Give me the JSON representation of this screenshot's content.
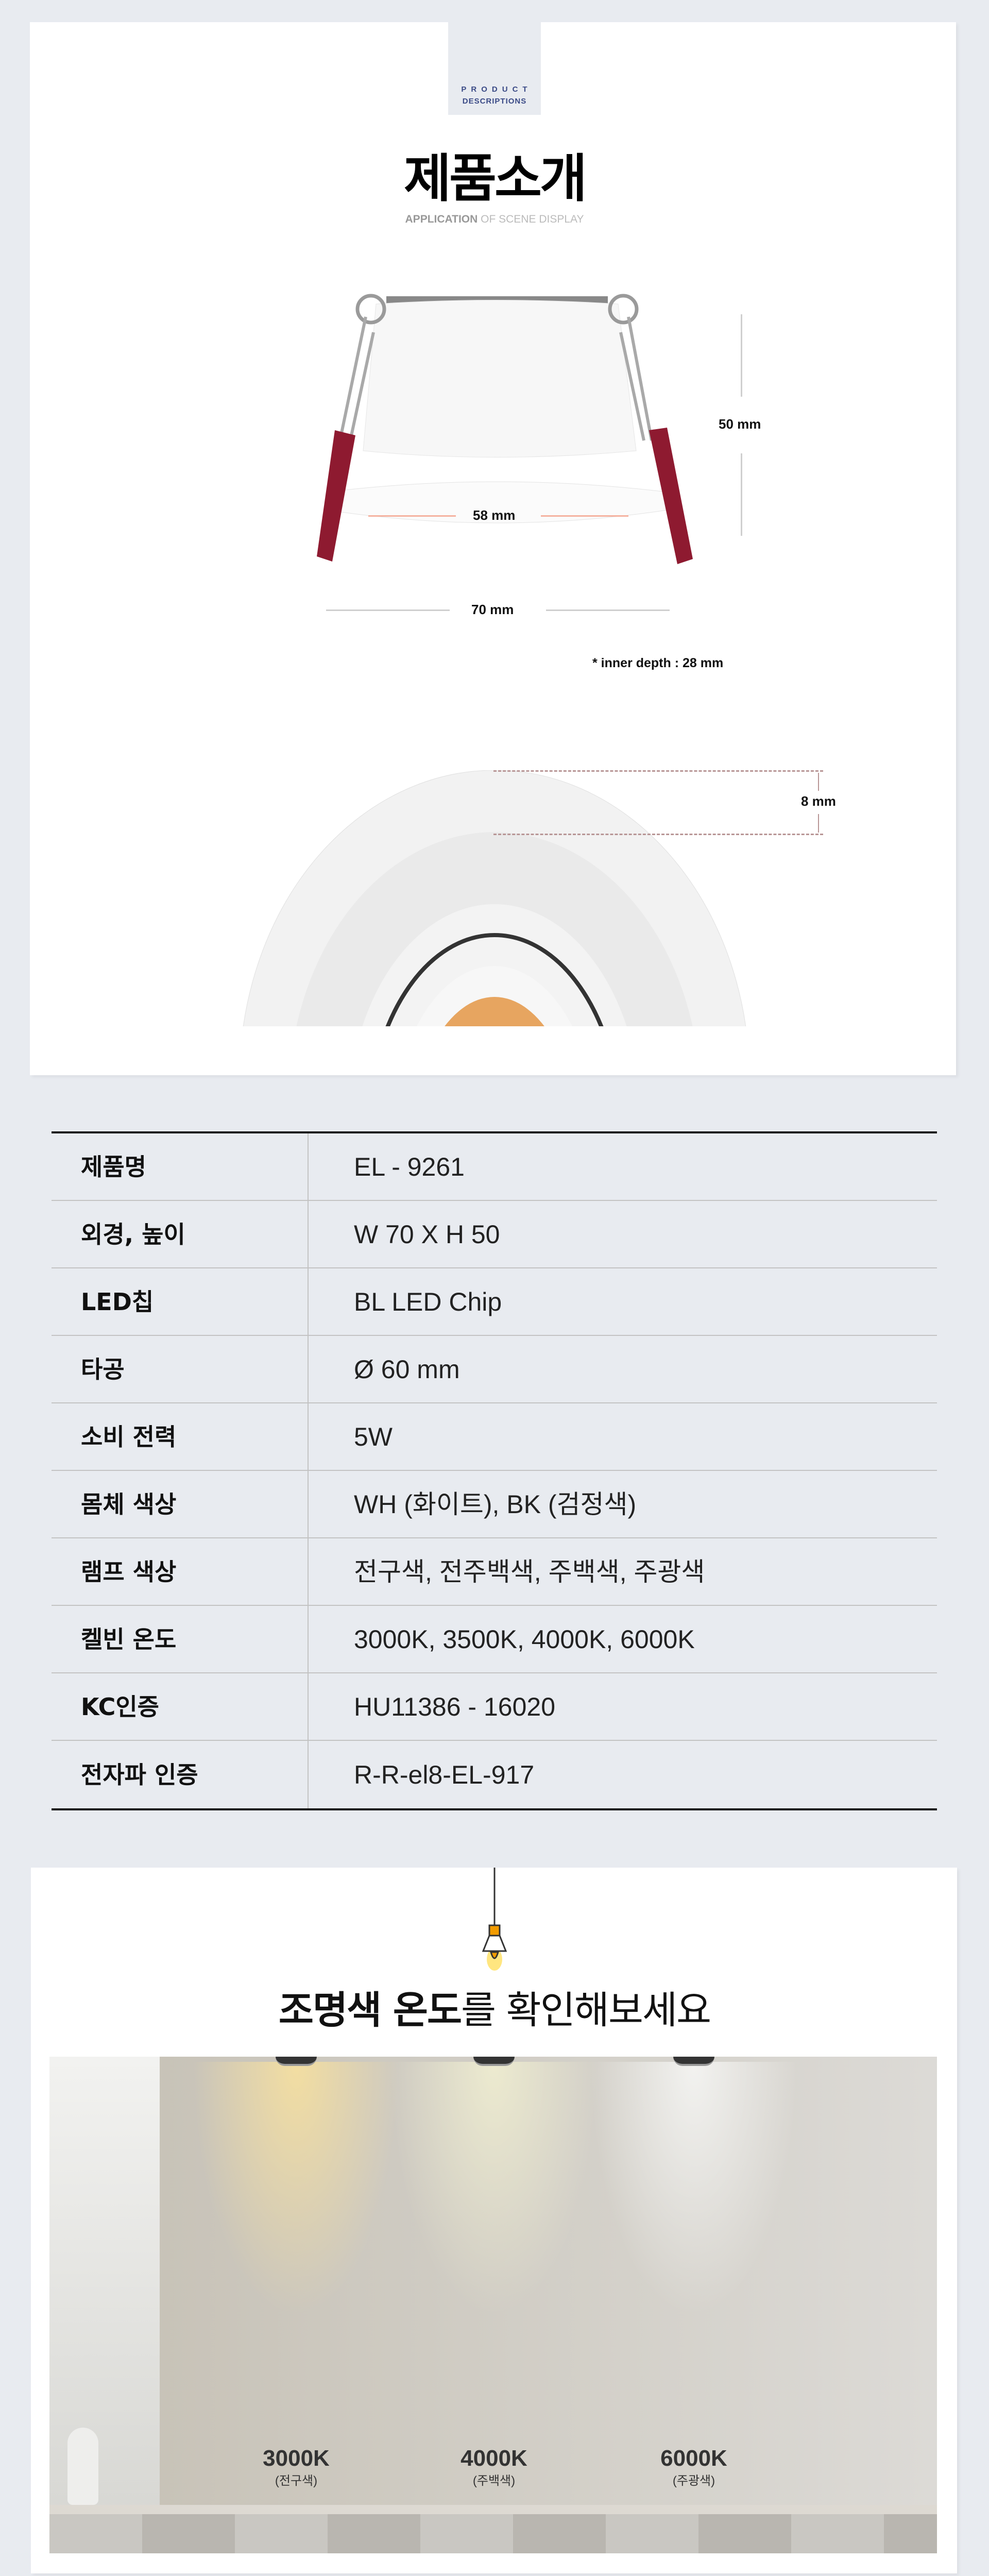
{
  "header": {
    "tab_line1": "PRODUCT",
    "tab_line2": "DESCRIPTIONS",
    "title": "제품소개",
    "subtitle_bold": "APPLICATION",
    "subtitle_rest": " OF SCENE DISPLAY"
  },
  "dimensions": {
    "height": "50 mm",
    "inner_width": "58 mm",
    "outer_width": "70 mm",
    "inner_depth_note": "* inner depth : 28 mm",
    "trim": "8 mm"
  },
  "spec_table": [
    {
      "label": "제품명",
      "value": "EL - 9261"
    },
    {
      "label": "외경, 높이",
      "value": "W 70 X H 50"
    },
    {
      "label": "LED칩",
      "value": "BL LED Chip"
    },
    {
      "label": "타공",
      "value": "Ø 60 mm"
    },
    {
      "label": "소비 전력",
      "value": "5W"
    },
    {
      "label": "몸체 색상",
      "value": "WH (화이트), BK (검정색)"
    },
    {
      "label": "램프 색상",
      "value": "전구색, 전주백색, 주백색, 주광색"
    },
    {
      "label": "켈빈 온도",
      "value": "3000K, 3500K, 4000K, 6000K"
    },
    {
      "label": "KC인증",
      "value": "HU11386 - 16020"
    },
    {
      "label": "전자파 인증",
      "value": "R-R-el8-EL-917"
    }
  ],
  "color_temp": {
    "title_bold": "조명색 온도",
    "title_light": "를 확인해보세요",
    "items": [
      {
        "kelvin": "3000K",
        "name": "(전구색)",
        "color": "#f5dfa0"
      },
      {
        "kelvin": "4000K",
        "name": "(주백색)",
        "color": "#eeecd0"
      },
      {
        "kelvin": "6000K",
        "name": "(주광색)",
        "color": "#f4f4f2"
      }
    ]
  },
  "colors": {
    "accent": "#3a4a86",
    "clip": "#8e1a30",
    "lamp": "#f39c00"
  }
}
